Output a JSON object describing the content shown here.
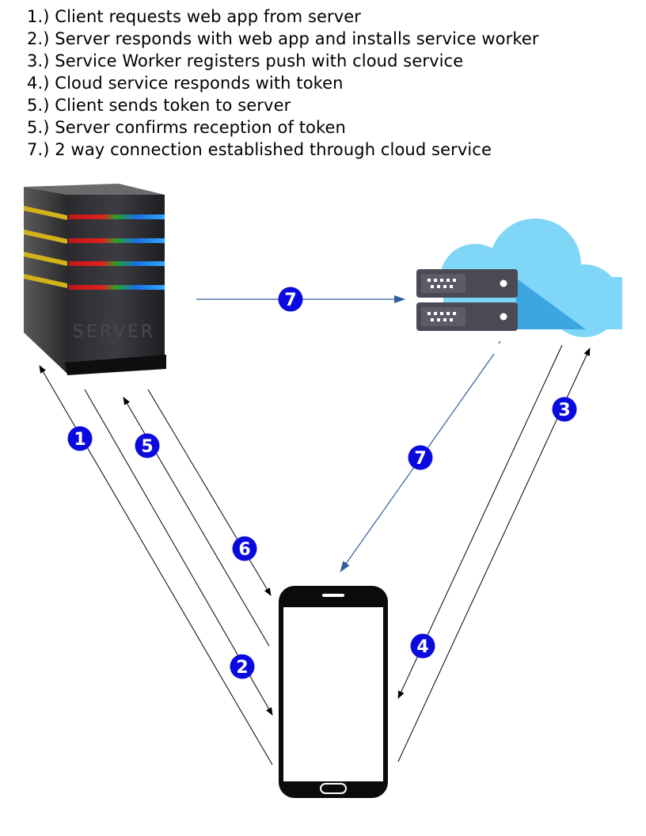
{
  "steps": [
    "1.) Client requests web app from server",
    "2.) Server responds with web app and installs service worker",
    "3.) Service Worker registers push with cloud service",
    "4.) Cloud service responds with token",
    "5.) Client sends token to server",
    "5.) Server confirms reception of token",
    "7.) 2 way connection established through cloud service"
  ],
  "server": {
    "label": "SERVER",
    "icon": "server-tower-icon"
  },
  "cloud": {
    "icon": "cloud-server-icon"
  },
  "client": {
    "icon": "smartphone-icon"
  },
  "badges": {
    "b1": "1",
    "b2": "2",
    "b3": "3",
    "b4": "4",
    "b5": "5",
    "b6": "6",
    "b7a": "7",
    "b7b": "7"
  },
  "colors": {
    "badge": "#0a0adf",
    "arrow_blue": "#2f5f9e",
    "arrow_black": "#000000",
    "cloud_light": "#7fd6f7",
    "cloud_dark": "#3da5e2",
    "rack": "#4a4a55"
  }
}
